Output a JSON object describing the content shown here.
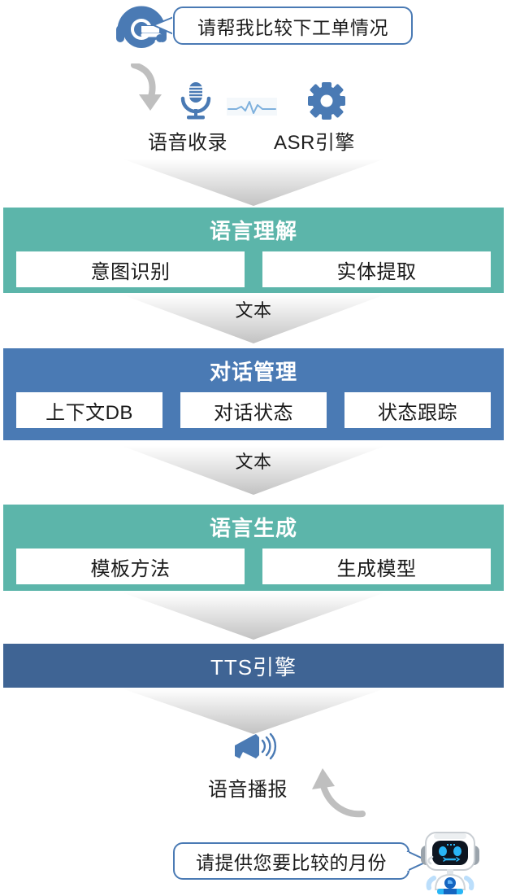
{
  "colors": {
    "teal": "#5cb5aa",
    "blue": "#4a7ab4",
    "dark_blue": "#3f6494",
    "bubble_border": "#4a7ab4",
    "icon_blue": "#4a7ab4",
    "arrow_gray": "#c9c9c9"
  },
  "user_request": {
    "bubble_text": "请帮我比较下工单情况",
    "avatar_icon": "headset-icon"
  },
  "capture": {
    "mic_icon": "microphone-icon",
    "wave_icon": "waveform-icon",
    "gear_icon": "gear-icon",
    "voice_label": "语音收录",
    "asr_label": "ASR引擎"
  },
  "connectors": {
    "c1_label": "",
    "c2_label": "文本",
    "c3_label": "文本",
    "c4_label": "",
    "c5_label": ""
  },
  "stages": [
    {
      "id": "nlu",
      "title": "语言理解",
      "color": "teal",
      "boxes": [
        "意图识别",
        "实体提取"
      ]
    },
    {
      "id": "dialog-management",
      "title": "对话管理",
      "color": "blue",
      "boxes": [
        "上下文DB",
        "对话状态",
        "状态跟踪"
      ]
    },
    {
      "id": "nlg",
      "title": "语言生成",
      "color": "teal",
      "boxes": [
        "模板方法",
        "生成模型"
      ]
    }
  ],
  "tts": {
    "title": "TTS引擎"
  },
  "output": {
    "speaker_icon": "megaphone-icon",
    "label": "语音播报"
  },
  "bot_reply": {
    "bubble_text": "请提供您要比较的月份",
    "avatar_icon": "robot-icon"
  }
}
